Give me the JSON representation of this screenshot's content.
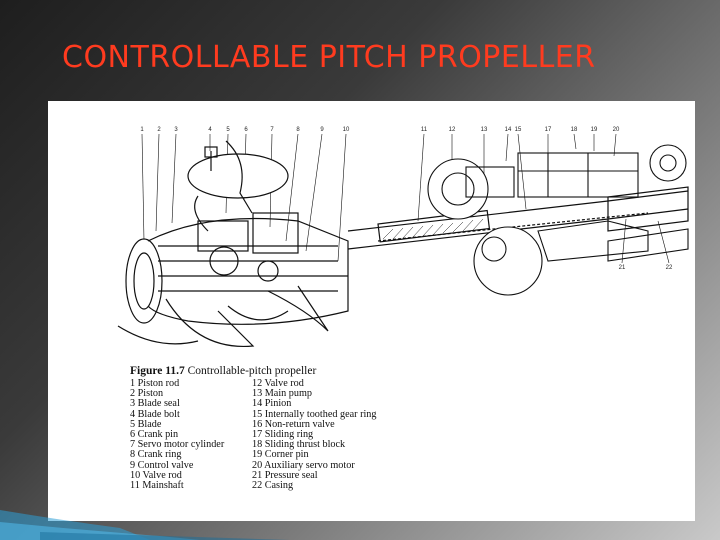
{
  "slide": {
    "title": "CONTROLLABLE PITCH PROPELLER"
  },
  "figure": {
    "caption_label": "Figure 11.7",
    "caption_text": "Controllable-pitch propeller",
    "callouts_top": [
      "1",
      "2",
      "3",
      "4",
      "5",
      "6",
      "7",
      "8",
      "9",
      "10",
      "11",
      "12",
      "13",
      "14",
      "15",
      "17",
      "18",
      "19",
      "20"
    ],
    "callouts_bottom": [
      "21",
      "22"
    ],
    "legend_left": [
      "1 Piston rod",
      "2 Piston",
      "3 Blade seal",
      "4 Blade bolt",
      "5 Blade",
      "6 Crank pin",
      "7 Servo motor cylinder",
      "8 Crank ring",
      "9 Control valve",
      "10  Valve rod",
      "11  Mainshaft"
    ],
    "legend_right": [
      "12 Valve rod",
      "13 Main pump",
      "14 Pinion",
      "15 Internally toothed gear ring",
      "16 Non-return valve",
      "17 Sliding ring",
      "18 Sliding thrust block",
      "19 Corner pin",
      "20 Auxiliary servo motor",
      "21 Pressure seal",
      "22 Casing"
    ]
  },
  "colors": {
    "title": "#ff3b1f",
    "accent_blue": "#2e9fd6",
    "ink": "#111111"
  }
}
